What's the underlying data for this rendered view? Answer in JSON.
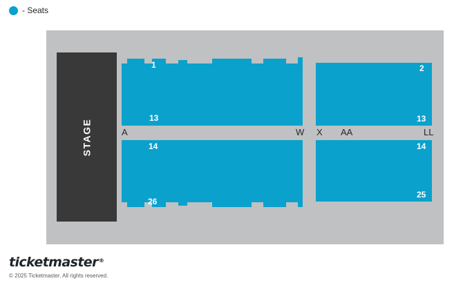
{
  "legend": {
    "label": "- Seats",
    "color": "#0aa1cc"
  },
  "stage": {
    "label": "STAGE"
  },
  "sections": {
    "front_left": {
      "top_seat": "1",
      "bottom_seat": "13"
    },
    "front_right": {
      "top_seat": "2",
      "bottom_seat": "13"
    },
    "rear_left": {
      "top_seat": "14",
      "bottom_seat": "26"
    },
    "rear_right": {
      "top_seat": "14",
      "bottom_seat": "25"
    }
  },
  "rows": {
    "a": "A",
    "w": "W",
    "x": "X",
    "aa": "AA",
    "ll": "LL"
  },
  "brand": {
    "logo": "ticketmaster",
    "registered": "®",
    "copyright": "© 2025 Ticketmaster. All rights reserved."
  },
  "colors": {
    "seat_fill": "#0aa1cc",
    "venue_bg": "#bfc1c3",
    "stage": "#393939"
  }
}
